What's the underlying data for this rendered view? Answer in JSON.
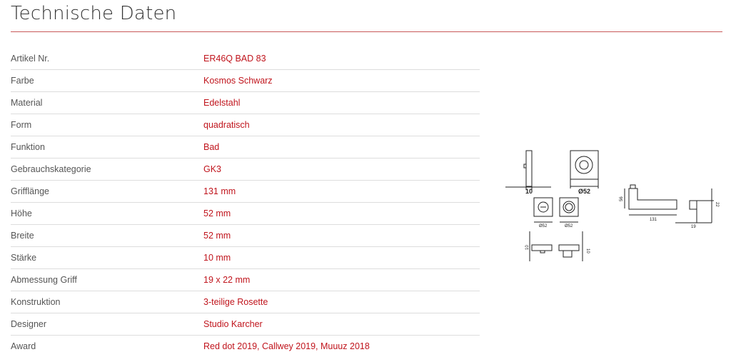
{
  "title": "Technische Daten",
  "rows": [
    {
      "label": "Artikel Nr.",
      "value": "ER46Q BAD 83"
    },
    {
      "label": "Farbe",
      "value": "Kosmos Schwarz"
    },
    {
      "label": "Material",
      "value": "Edelstahl"
    },
    {
      "label": "Form",
      "value": "quadratisch"
    },
    {
      "label": "Funktion",
      "value": "Bad"
    },
    {
      "label": "Gebrauchskategorie",
      "value": "GK3"
    },
    {
      "label": "Grifflänge",
      "value": "131 mm"
    },
    {
      "label": "Höhe",
      "value": "52 mm"
    },
    {
      "label": "Breite",
      "value": "52 mm"
    },
    {
      "label": "Stärke",
      "value": "10 mm"
    },
    {
      "label": "Abmessung Griff",
      "value": "19 x 22 mm"
    },
    {
      "label": "Konstruktion",
      "value": "3-teilige Rosette"
    },
    {
      "label": "Designer",
      "value": "Studio Karcher"
    },
    {
      "label": "Award",
      "value": "Red dot 2019, Callwey 2019, Muuuz 2018"
    }
  ],
  "drawing": {
    "rosette_depth": "10",
    "rosette_diameter": "Ø52",
    "bad_rosette_1": "Ø52",
    "bad_rosette_2": "Ø52",
    "bad_depth_1": "10",
    "bad_depth_2": "10",
    "handle_height": "56",
    "handle_length": "131",
    "grip_height": "22",
    "grip_width": "19"
  },
  "colors": {
    "accent": "#c0141c",
    "rule": "#c85a5a"
  }
}
